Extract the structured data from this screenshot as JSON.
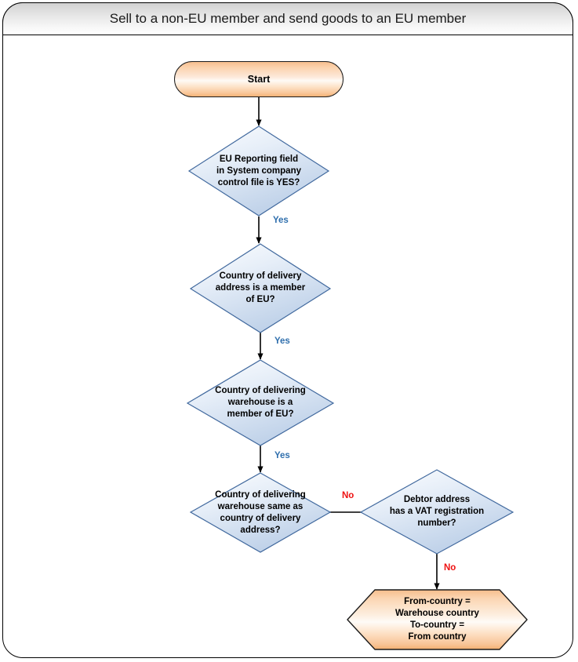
{
  "window": {
    "title": "Sell to a non-EU member and send goods to an EU member"
  },
  "colors": {
    "frame_border": "#000000",
    "title_bar_gradient_top": "#d2d2d2",
    "title_bar_gradient_bottom": "#ffffff",
    "terminator_fill": "#f9cfa4",
    "terminator_border": "#1b1b1b",
    "decision_fill_light": "#fbfcfe",
    "decision_fill_dark": "#c3d4ea",
    "decision_border": "#41699e",
    "yes_label": "#2f6fad",
    "no_label": "#ee1111",
    "connector": "#000000"
  },
  "flowchart": {
    "type": "flowchart",
    "nodes": [
      {
        "id": "start",
        "shape": "terminator",
        "lines": [
          "Start"
        ]
      },
      {
        "id": "d1",
        "shape": "decision",
        "lines": [
          "EU Reporting field",
          "in System company",
          "control file is YES?"
        ]
      },
      {
        "id": "d2",
        "shape": "decision",
        "lines": [
          "Country of delivery",
          "address is a member",
          "of EU?"
        ]
      },
      {
        "id": "d3",
        "shape": "decision",
        "lines": [
          "Country of delivering",
          "warehouse is a",
          "member of EU?"
        ]
      },
      {
        "id": "d4",
        "shape": "decision",
        "lines": [
          "Country of delivering",
          "warehouse same as",
          "country of delivery",
          "address?"
        ]
      },
      {
        "id": "d5",
        "shape": "decision",
        "lines": [
          "Debtor address",
          "has a VAT registration",
          "number?"
        ]
      },
      {
        "id": "result",
        "shape": "hexagon",
        "lines": [
          "From-country =",
          "Warehouse country",
          "To-country =",
          "From country"
        ]
      }
    ],
    "edges": [
      {
        "id": "e0",
        "from": "start",
        "to": "d1",
        "label": "",
        "direction": "down"
      },
      {
        "id": "e1",
        "from": "d1",
        "to": "d2",
        "label": "Yes",
        "direction": "down"
      },
      {
        "id": "e2",
        "from": "d2",
        "to": "d3",
        "label": "Yes",
        "direction": "down"
      },
      {
        "id": "e3",
        "from": "d3",
        "to": "d4",
        "label": "Yes",
        "direction": "down"
      },
      {
        "id": "e4",
        "from": "d4",
        "to": "d5",
        "label": "No",
        "direction": "right"
      },
      {
        "id": "e5",
        "from": "d5",
        "to": "result",
        "label": "No",
        "direction": "down"
      }
    ]
  }
}
